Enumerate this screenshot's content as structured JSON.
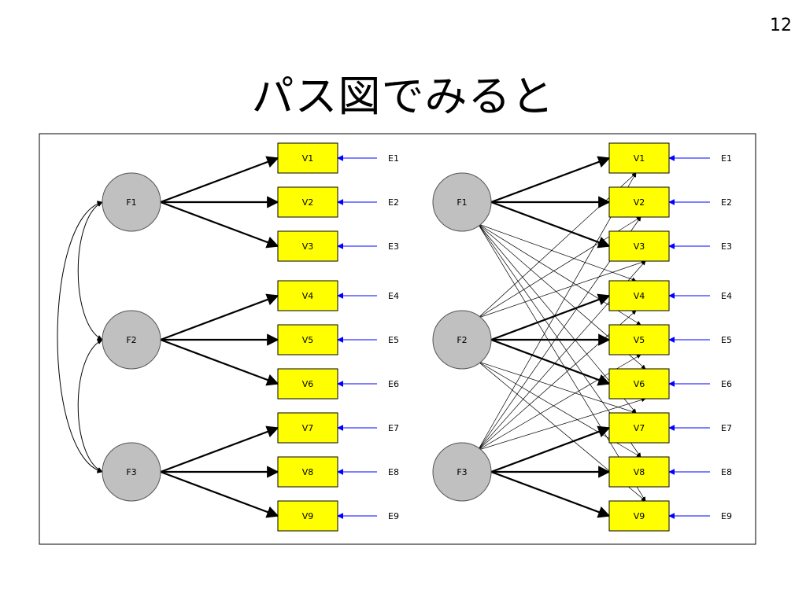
{
  "slide": {
    "number": "12",
    "title": "パス図でみると"
  },
  "diagram": {
    "left_model": {
      "factors": [
        "F1",
        "F2",
        "F3"
      ],
      "variables": [
        "V1",
        "V2",
        "V3",
        "V4",
        "V5",
        "V6",
        "V7",
        "V8",
        "V9"
      ],
      "errors": [
        "E1",
        "E2",
        "E3",
        "E4",
        "E5",
        "E6",
        "E7",
        "E8",
        "E9"
      ],
      "loadings": [
        [
          0,
          0
        ],
        [
          0,
          1
        ],
        [
          0,
          2
        ],
        [
          1,
          3
        ],
        [
          1,
          4
        ],
        [
          1,
          5
        ],
        [
          2,
          6
        ],
        [
          2,
          7
        ],
        [
          2,
          8
        ]
      ],
      "covariances": [
        [
          0,
          1
        ],
        [
          1,
          2
        ],
        [
          0,
          2
        ]
      ]
    },
    "right_model": {
      "factors": [
        "F1",
        "F2",
        "F3"
      ],
      "variables": [
        "V1",
        "V2",
        "V3",
        "V4",
        "V5",
        "V6",
        "V7",
        "V8",
        "V9"
      ],
      "errors": [
        "E1",
        "E2",
        "E3",
        "E4",
        "E5",
        "E6",
        "E7",
        "E8",
        "E9"
      ],
      "main_loadings": [
        [
          0,
          0
        ],
        [
          0,
          1
        ],
        [
          0,
          2
        ],
        [
          1,
          3
        ],
        [
          1,
          4
        ],
        [
          1,
          5
        ],
        [
          2,
          6
        ],
        [
          2,
          7
        ],
        [
          2,
          8
        ]
      ],
      "cross_loadings": "all"
    },
    "colors": {
      "factor_fill": "#c0c0c0",
      "variable_fill": "#ffff00",
      "error_arrow": "#0000ff",
      "loading_arrow": "#000000",
      "frame": "#000000"
    }
  }
}
